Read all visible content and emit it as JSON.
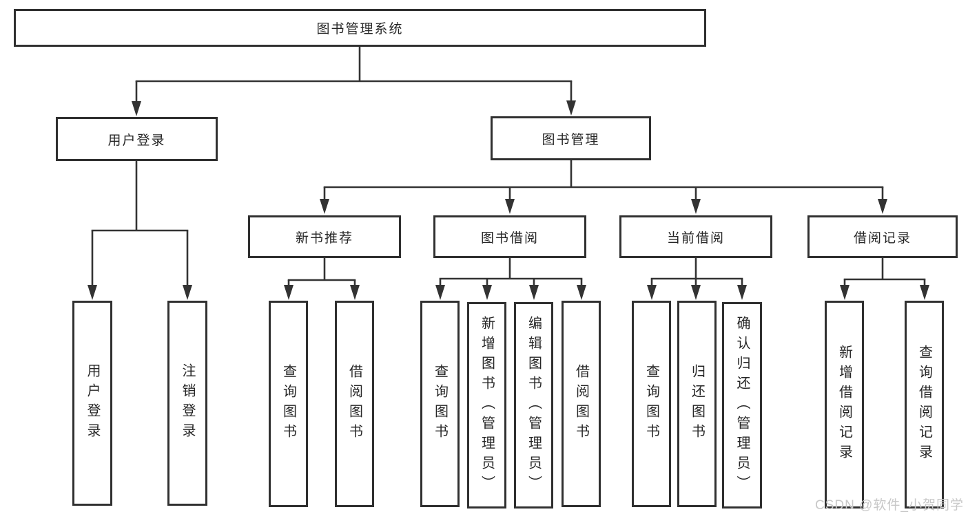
{
  "nodes": {
    "root": "图书管理系统",
    "user_login": "用户登录",
    "book_mgmt": "图书管理",
    "new_rec": "新书推荐",
    "book_borrow": "图书借阅",
    "current_borrow": "当前借阅",
    "borrow_records": "借阅记录",
    "leaf_user_login": "用户登录",
    "leaf_logout": "注销登录",
    "leaf_rec_query": "查询图书",
    "leaf_rec_borrow": "借阅图书",
    "leaf_bb_query": "查询图书",
    "leaf_bb_add": "新增图书（管理员）",
    "leaf_bb_edit": "编辑图书（管理员）",
    "leaf_bb_borrow": "借阅图书",
    "leaf_cb_query": "查询图书",
    "leaf_cb_return": "归还图书",
    "leaf_cb_confirm": "确认归还（管理员）",
    "leaf_br_add": "新增借阅记录",
    "leaf_br_query": "查询借阅记录"
  },
  "colors": {
    "line": "#333333",
    "border": "#303030",
    "text": "#262626",
    "watermark_text": "#c8c8c8"
  },
  "watermark": "CSDN @软件_小贺同学"
}
